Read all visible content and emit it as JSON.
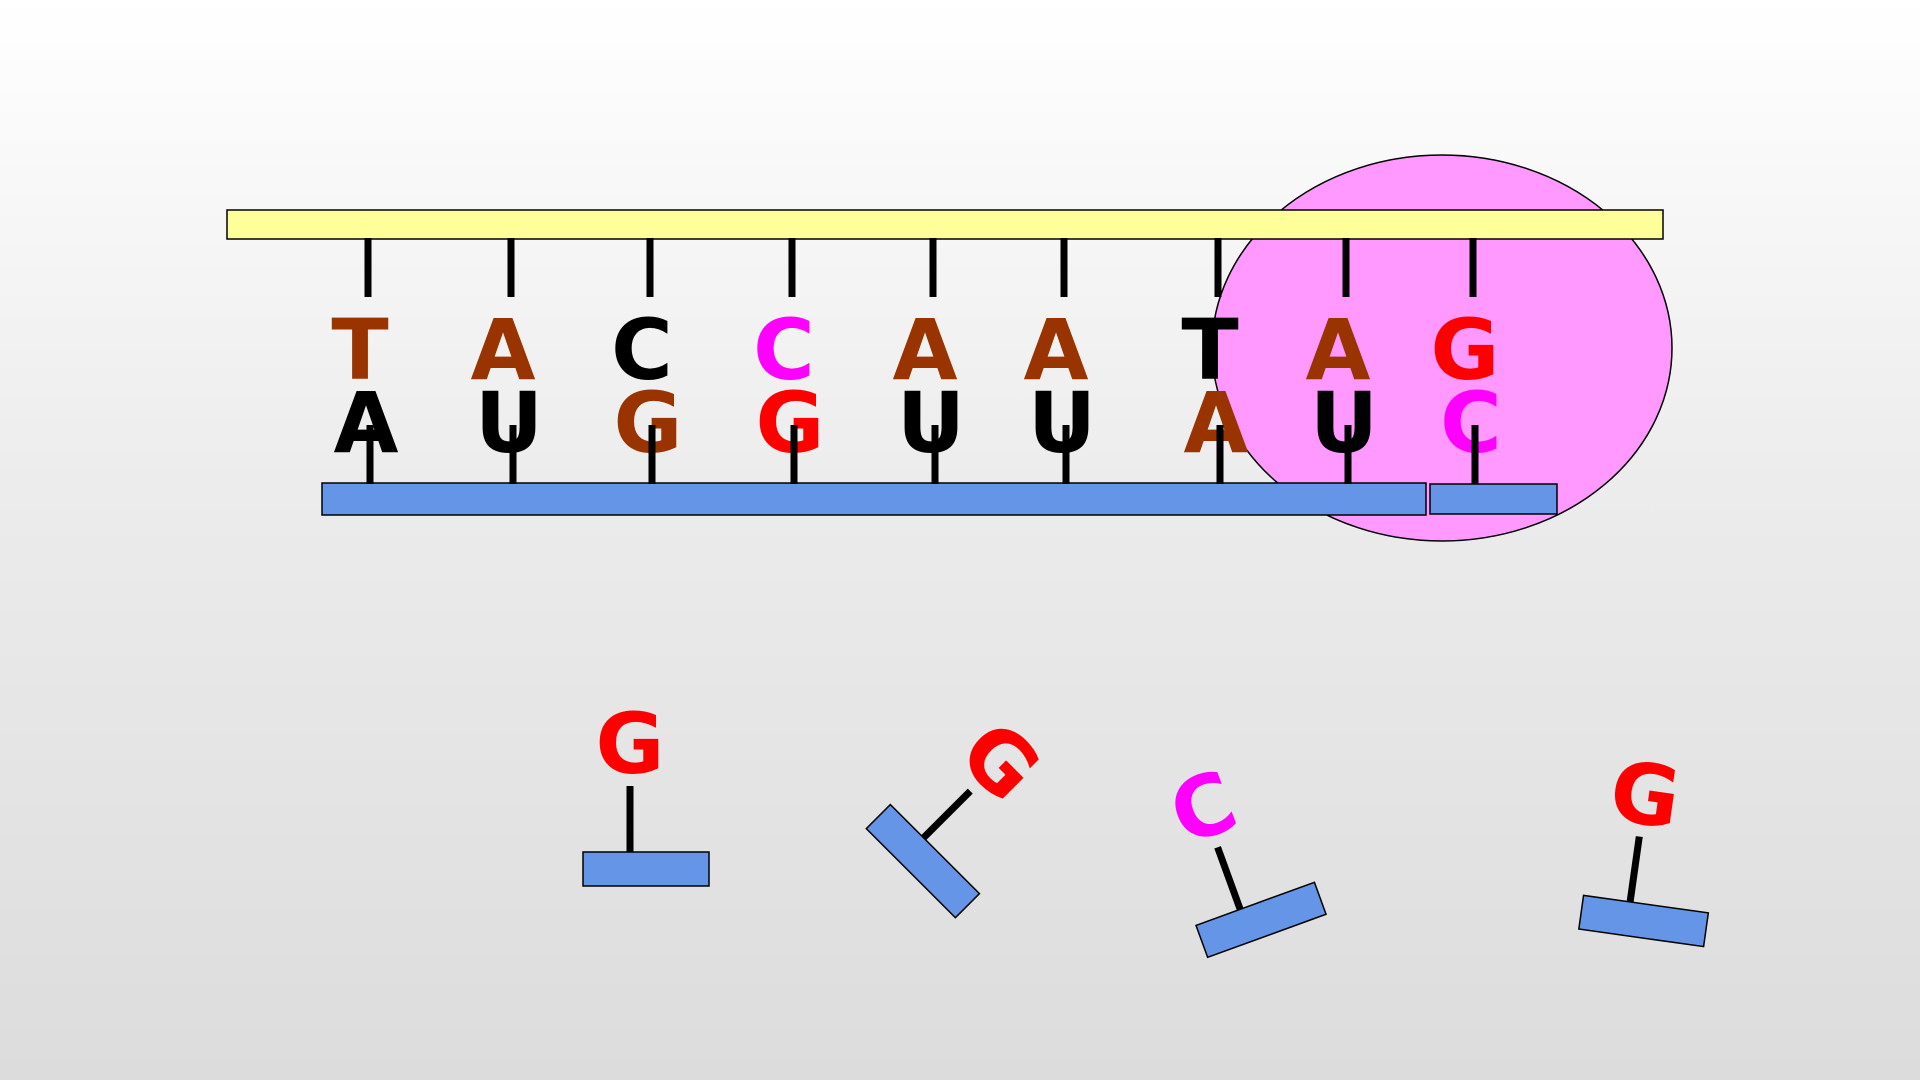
{
  "diagram": {
    "colors": {
      "dna_strand": "#ffff99",
      "mrna_strand": "#6495e6",
      "polymerase": "#ff99ff",
      "A": "#993300",
      "T": "#000000",
      "C": "#ff00ff",
      "G": "#ff0000",
      "U": "#000000"
    },
    "dna_template": [
      {
        "base": "T",
        "color": "#993300"
      },
      {
        "base": "A",
        "color": "#993300"
      },
      {
        "base": "C",
        "color": "#000000"
      },
      {
        "base": "C",
        "color": "#ff00ff"
      },
      {
        "base": "A",
        "color": "#993300"
      },
      {
        "base": "A",
        "color": "#993300"
      },
      {
        "base": "T",
        "color": "#000000"
      },
      {
        "base": "A",
        "color": "#993300"
      },
      {
        "base": "G",
        "color": "#ff0000"
      }
    ],
    "rna_transcript": [
      {
        "base": "A",
        "color": "#000000"
      },
      {
        "base": "U",
        "color": "#000000"
      },
      {
        "base": "G",
        "color": "#993300"
      },
      {
        "base": "G",
        "color": "#ff0000"
      },
      {
        "base": "U",
        "color": "#000000"
      },
      {
        "base": "U",
        "color": "#000000"
      },
      {
        "base": "A",
        "color": "#993300"
      },
      {
        "base": "U",
        "color": "#000000"
      },
      {
        "base": "C",
        "color": "#ff00ff"
      }
    ],
    "free_nucleotides": [
      {
        "base": "G",
        "color": "#ff0000"
      },
      {
        "base": "G",
        "color": "#ff0000"
      },
      {
        "base": "C",
        "color": "#ff00ff"
      },
      {
        "base": "G",
        "color": "#ff0000"
      }
    ]
  }
}
